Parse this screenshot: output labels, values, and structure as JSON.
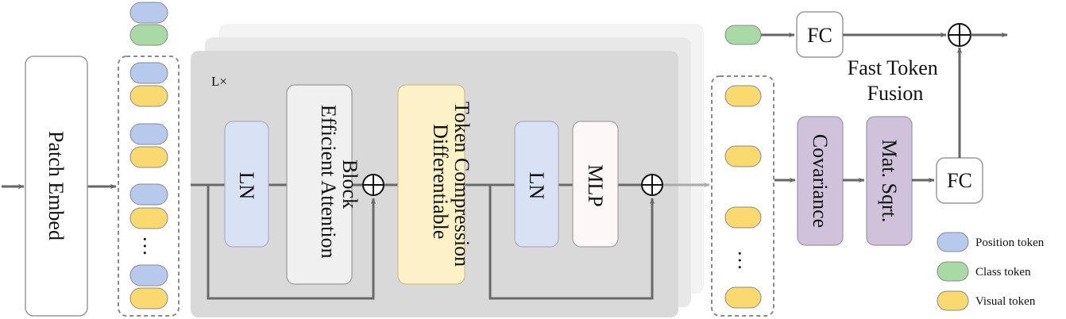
{
  "diagram": {
    "patch_embed": "Patch Embed",
    "repeat_label": "L×",
    "ln_1": "LN",
    "efficient_attention": [
      "Efficient Attention",
      "Block"
    ],
    "token_compression": [
      "Differentiable",
      "Token Compression"
    ],
    "ln_2": "LN",
    "mlp": "MLP",
    "fc_top": "FC",
    "fc_right": "FC",
    "covariance": "Covariance",
    "mat_sqrt": "Mat. Sqrt.",
    "fast_token_fusion": [
      "Fast Token",
      "Fusion"
    ],
    "ellipsis": "…"
  },
  "legend": {
    "items": [
      {
        "label": "Position token",
        "color": "#b7c9ec"
      },
      {
        "label": "Class token",
        "color": "#a9d9a4"
      },
      {
        "label": "Visual token",
        "color": "#fad96f"
      }
    ]
  },
  "colors": {
    "position": "#b7c9ec",
    "class": "#a9d9a4",
    "visual": "#fad96f",
    "ln_fill": "#d9e1f5",
    "attention_fill": "#f0f0f0",
    "compression_fill": "#fdf1c8",
    "mlp_fill": "#fdf7f7",
    "fusion_fill": "#cfc3dc",
    "block_bg": "#d9d9d9",
    "line": "#666666"
  }
}
